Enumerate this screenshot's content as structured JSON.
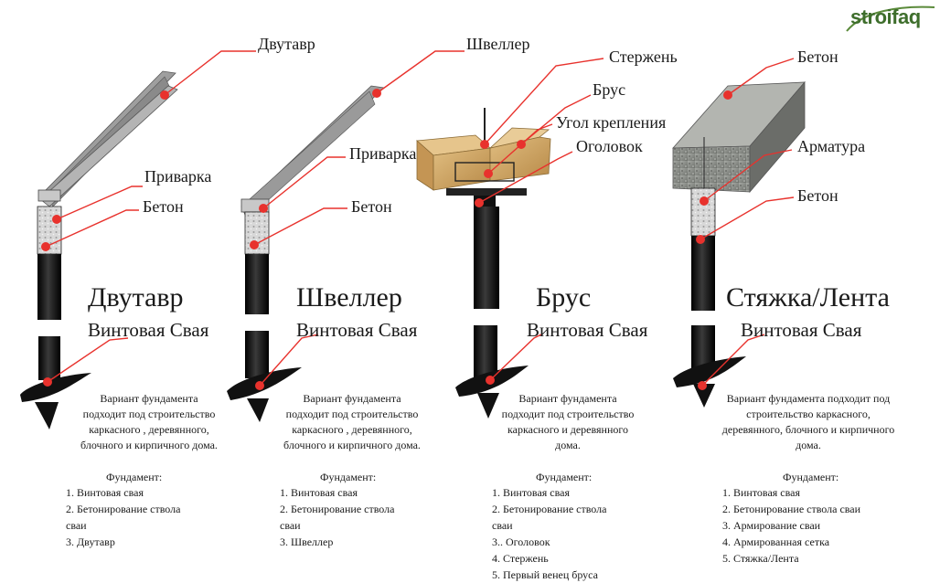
{
  "logo": {
    "text": "stroifaq"
  },
  "colors": {
    "callout": "#e8322d",
    "pile": "#141414",
    "steel": "#9a9a9a",
    "wood": "#cfa86a",
    "concrete": "#8f918c"
  },
  "callouts": {
    "col1_top": "Двутавр",
    "col2_top": "Швеллер",
    "col3_rod": "Стержень",
    "col3_beam": "Брус",
    "col3_angle": "Угол крепления",
    "col3_cap": "Оголовок",
    "col4_concrete": "Бетон",
    "col4_rebar": "Арматура",
    "col4_concrete2": "Бетон",
    "col1_weld": "Приварка",
    "col1_concrete": "Бетон",
    "col2_weld": "Приварка",
    "col2_concrete": "Бетон"
  },
  "columns": [
    {
      "title": "Двутавр",
      "pile_label": "Винтовая Свая",
      "description": [
        "Вариант фундамента",
        "подходит под строительство",
        "каркасного , деревянного,",
        "блочного и кирпичного дома."
      ],
      "list_title": "Фундамент:",
      "items": [
        "1. Винтовая свая",
        "2. Бетонирование ствола",
        "сваи",
        "3. Двутавр"
      ]
    },
    {
      "title": "Швеллер",
      "pile_label": "Винтовая Свая",
      "description": [
        "Вариант фундамента",
        "подходит под строительство",
        "каркасного , деревянного,",
        "блочного и кирпичного дома."
      ],
      "list_title": "Фундамент:",
      "items": [
        "1. Винтовая свая",
        "2. Бетонирование ствола",
        "сваи",
        "3. Швеллер"
      ]
    },
    {
      "title": "Брус",
      "pile_label": "Винтовая Свая",
      "description": [
        "Вариант фундамента",
        "подходит под строительство",
        "каркасного и деревянного",
        "дома."
      ],
      "list_title": "Фундамент:",
      "items": [
        "1. Винтовая свая",
        "2. Бетонирование ствола",
        "сваи",
        "3.. Оголовок",
        "4. Стержень",
        "5. Первый венец бруса"
      ]
    },
    {
      "title": "Стяжка/Лента",
      "pile_label": "Винтовая Свая",
      "description": [
        "Вариант фундамента подходит под",
        "строительство каркасного,",
        "деревянного, блочного и кирпичного",
        "дома."
      ],
      "list_title": "Фундамент:",
      "items": [
        "1. Винтовая свая",
        "2. Бетонирование ствола сваи",
        "3. Армирование сваи",
        "4. Армированная сетка",
        "5. Стяжка/Лента"
      ]
    }
  ]
}
